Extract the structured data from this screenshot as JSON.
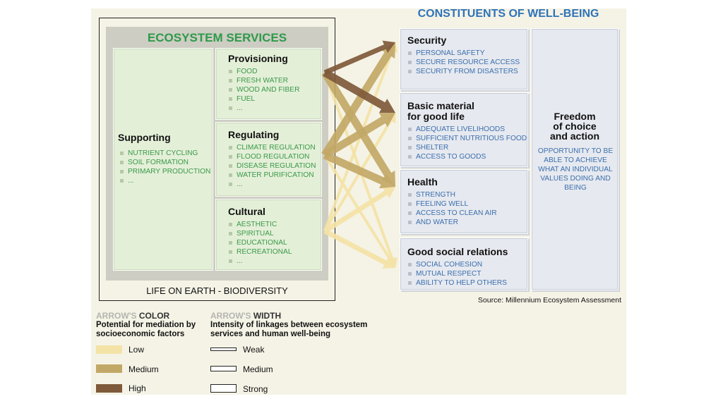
{
  "ecosystem_services": {
    "title": "ECOSYSTEM SERVICES",
    "supporting": {
      "title": "Supporting",
      "items": [
        "NUTRIENT CYCLING",
        "SOIL FORMATION",
        "PRIMARY PRODUCTION",
        "..."
      ]
    },
    "provisioning": {
      "title": "Provisioning",
      "items": [
        "FOOD",
        "FRESH WATER",
        "WOOD AND FIBER",
        "FUEL",
        "..."
      ]
    },
    "regulating": {
      "title": "Regulating",
      "items": [
        "CLIMATE REGULATION",
        "FLOOD REGULATION",
        "DISEASE REGULATION",
        "WATER PURIFICATION",
        "..."
      ]
    },
    "cultural": {
      "title": "Cultural",
      "items": [
        "AESTHETIC",
        "SPIRITUAL",
        "EDUCATIONAL",
        "RECREATIONAL",
        "..."
      ]
    },
    "footer": "LIFE ON EARTH - BIODIVERSITY"
  },
  "well_being": {
    "title": "CONSTITUENTS OF WELL-BEING",
    "security": {
      "title": "Security",
      "items": [
        "PERSONAL SAFETY",
        "SECURE RESOURCE ACCESS",
        "SECURITY FROM DISASTERS"
      ]
    },
    "basic": {
      "title_line1": "Basic material",
      "title_line2": "for good life",
      "items": [
        "ADEQUATE LIVELIHOODS",
        "SUFFICIENT NUTRITIOUS FOOD",
        "SHELTER",
        "ACCESS TO GOODS"
      ]
    },
    "health": {
      "title": "Health",
      "items": [
        "STRENGTH",
        "FEELING WELL",
        "ACCESS TO CLEAN AIR",
        "AND WATER"
      ]
    },
    "social": {
      "title": "Good social relations",
      "items": [
        "SOCIAL COHESION",
        "MUTUAL RESPECT",
        "ABILITY TO HELP OTHERS"
      ]
    },
    "freedom": {
      "title_line1": "Freedom",
      "title_line2": "of choice",
      "title_line3": "and action",
      "text": "OPPORTUNITY TO BE ABLE TO ACHIEVE WHAT AN INDIVIDUAL VALUES DOING AND BEING"
    }
  },
  "source": "Source: Millennium Ecosystem Assessment",
  "legend": {
    "color": {
      "heading_prefix": "ARROW'S",
      "heading_word": "COLOR",
      "subtitle_line1": "Potential for mediation by",
      "subtitle_line2": "socioeconomic factors",
      "levels": [
        {
          "label": "Low",
          "color": "#f3e3a6"
        },
        {
          "label": "Medium",
          "color": "#c2a867"
        },
        {
          "label": "High",
          "color": "#7e5a3a"
        }
      ]
    },
    "width": {
      "heading_prefix": "ARROW'S",
      "heading_word": "WIDTH",
      "subtitle_line1": "Intensity of linkages between ecosystem",
      "subtitle_line2": "services and human well-being",
      "levels": [
        {
          "label": "Weak"
        },
        {
          "label": "Medium"
        },
        {
          "label": "Strong"
        }
      ]
    }
  },
  "links": [
    {
      "from": "provisioning",
      "to": "security",
      "mediation": "high",
      "intensity": "medium"
    },
    {
      "from": "provisioning",
      "to": "basic",
      "mediation": "high",
      "intensity": "strong"
    },
    {
      "from": "provisioning",
      "to": "health",
      "mediation": "medium",
      "intensity": "strong"
    },
    {
      "from": "provisioning",
      "to": "social",
      "mediation": "low",
      "intensity": "weak"
    },
    {
      "from": "regulating",
      "to": "security",
      "mediation": "medium",
      "intensity": "strong"
    },
    {
      "from": "regulating",
      "to": "basic",
      "mediation": "medium",
      "intensity": "strong"
    },
    {
      "from": "regulating",
      "to": "health",
      "mediation": "medium",
      "intensity": "strong"
    },
    {
      "from": "regulating",
      "to": "social",
      "mediation": "low",
      "intensity": "weak"
    },
    {
      "from": "cultural",
      "to": "security",
      "mediation": "low",
      "intensity": "weak"
    },
    {
      "from": "cultural",
      "to": "basic",
      "mediation": "low",
      "intensity": "weak"
    },
    {
      "from": "cultural",
      "to": "health",
      "mediation": "low",
      "intensity": "medium"
    },
    {
      "from": "cultural",
      "to": "social",
      "mediation": "low",
      "intensity": "medium"
    }
  ]
}
